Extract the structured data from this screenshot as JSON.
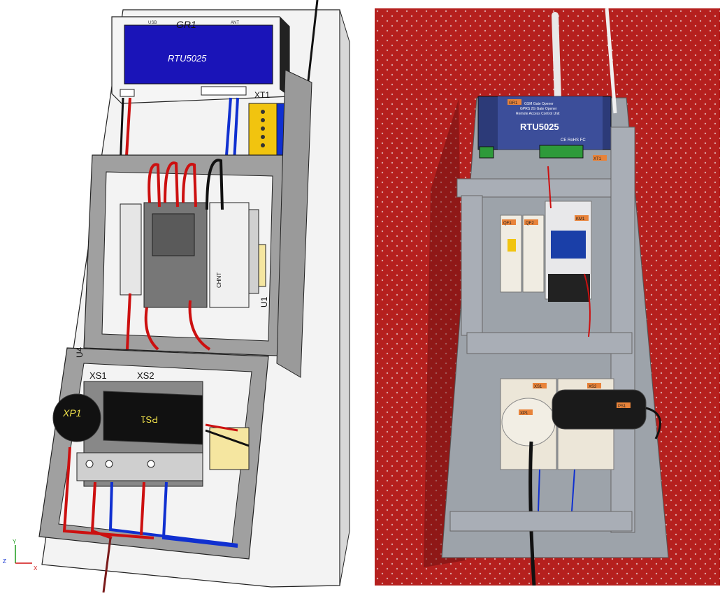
{
  "model": {
    "gateway_label": "GR1",
    "gateway_name": "RTU5025",
    "gateway_port_left": "USB",
    "gateway_port_right": "ANT",
    "terminal_label": "XT1",
    "psu_label": "U1",
    "psu_brand": "CHNT",
    "lower_section_label": "U4",
    "socket1_label": "XS1",
    "socket2_label": "XS2",
    "plug_label": "XP1",
    "adapter_label": "PS1",
    "axes": {
      "y": "Y",
      "z": "Z",
      "x": "X"
    }
  },
  "photo": {
    "gateway_top_line1": "GSM Gate Opener",
    "gateway_top_line2": "GPRS 2G Gate Opener",
    "gateway_top_line3": "Remote Access Control Unit",
    "gateway_name": "RTU5025",
    "gateway_cert": "CE RoHS FC",
    "gateway_tag": "GR1",
    "terminal_tag": "XT1",
    "breaker1_tag": "QF1",
    "breaker2_tag": "QF2",
    "contactor_tag": "KM1",
    "socket1_tag": "XS1",
    "socket2_tag": "XS2",
    "plug_tag": "XP1",
    "adapter_tag": "PS1"
  },
  "colors": {
    "background_red": "#b5201e",
    "panel_gray": "#9da3aa",
    "gateway_blue": "#1a14b8",
    "wire_red": "#cc1010",
    "wire_blue": "#1030d0",
    "tag_orange": "#e8833a"
  }
}
